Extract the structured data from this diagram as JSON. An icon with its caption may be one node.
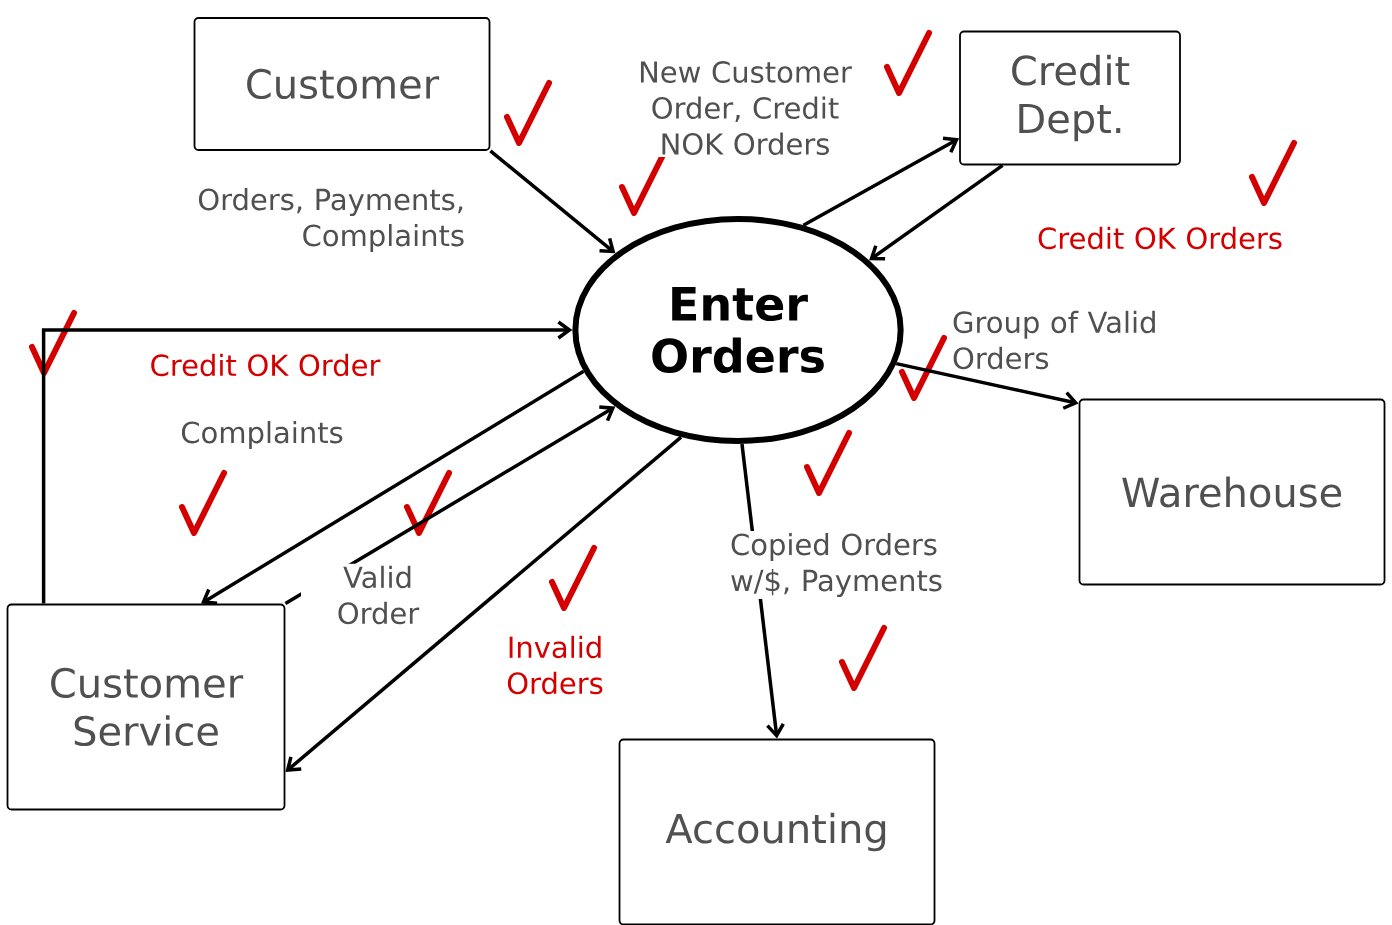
{
  "diagram": {
    "nodes": [
      {
        "text": [
          "Customer"
        ]
      },
      {
        "text": [
          "Credit Dept."
        ]
      },
      {
        "text": [
          "Enter Orders"
        ]
      },
      {
        "text": [
          "Warehouse"
        ]
      },
      {
        "text": [
          "Customer Service"
        ]
      },
      {
        "text": [
          "Accounting"
        ]
      }
    ],
    "edges": [
      {
        "from": 0,
        "to": 2,
        "arrow": "to",
        "label": "Orders, Payments, Complaints"
      },
      {
        "from": 2,
        "to": 1,
        "arrow": "to",
        "label": "New Customer Order, Credit NOK Orders"
      },
      {
        "from": 1,
        "to": 2,
        "arrow": "to",
        "label": "Credit OK Orders"
      },
      {
        "from": 2,
        "to": 3,
        "arrow": "to",
        "label": "Group of Valid Orders"
      },
      {
        "from": 2,
        "to": 5,
        "arrow": "to",
        "label": "Copied Orders w/$, Payments"
      },
      {
        "from": 2,
        "to": 4,
        "arrow": "to",
        "label": "Invalid Orders"
      },
      {
        "from": 4,
        "to": 2,
        "arrow": "to",
        "label": "Valid Order"
      },
      {
        "from": 2,
        "to": 4,
        "arrow": "to",
        "label": "Complaints"
      },
      {
        "from": 4,
        "to": 2,
        "arrow": "to",
        "label": "Credit OK Order"
      }
    ]
  }
}
